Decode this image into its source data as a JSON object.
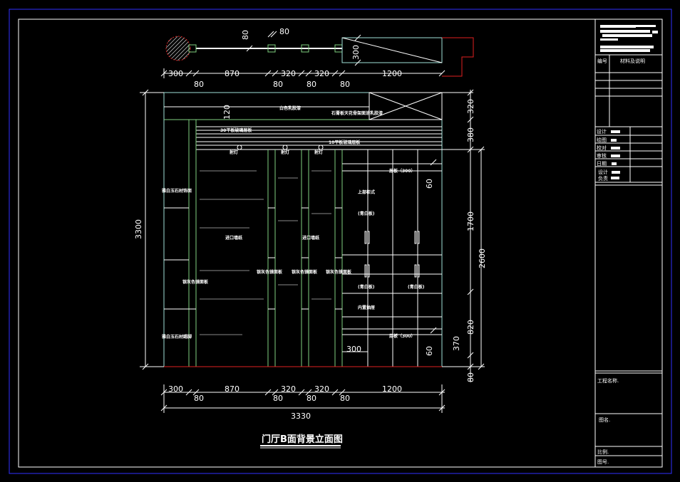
{
  "title": "门厅B面背景立面图",
  "plan_dims": {
    "segments": [
      "300",
      "870",
      "320",
      "320",
      "1200"
    ],
    "gaps": [
      "80",
      "80",
      "80",
      "80"
    ],
    "post_top": [
      "80",
      "80"
    ],
    "cabinet_depth": "300"
  },
  "elevation_dims": {
    "left_total": "3300",
    "right": [
      "320",
      "380",
      "1700",
      "820",
      "370",
      "80"
    ],
    "right_outer": "2600",
    "shelf_offsets": [
      "60",
      "60"
    ],
    "inner_300": "300",
    "ceiling_offset": "120",
    "bottom_segments": [
      "300",
      "870",
      "320",
      "320",
      "1200"
    ],
    "bottom_gaps": [
      "80",
      "80",
      "80",
      "80"
    ],
    "bottom_total": "3330"
  },
  "labels": {
    "ceiling_paint": "白色乳胶漆",
    "ceiling_board": "石膏板天花骨架面涂乳胶漆",
    "glass_shelf_top": "30平板玻璃层板",
    "glass_shelf_2": "10平板玻璃层板",
    "spotlights": [
      "射灯",
      "射灯",
      "射灯"
    ],
    "stone_top": "雅白玉石材饰面",
    "stone_bottom": "雅白玉石材踢脚",
    "imported_wallpaper": [
      "进口墙纸",
      "进口墙纸"
    ],
    "grey_mirror": "银灰色镜面板",
    "grey_panels": [
      "银灰色镜面板",
      "银灰色镜面板",
      "银灰色镜面板"
    ],
    "upper_cabinet": "上部柜式",
    "door_a": "(青白板)",
    "door_b": "(青白板)",
    "door_c": "(青白板)",
    "drawer": "内置抽屉",
    "shelf_top": "层板（300）",
    "shelf_bottom": "层板（300）"
  },
  "title_block": {
    "col_no": "编号",
    "col_material": "材料及说明",
    "rows": [
      "设计",
      "绘图",
      "校对",
      "审核",
      "日期",
      "设计",
      "负责"
    ],
    "project_name": "工程名称.",
    "drawing_name": "图名.",
    "scale": "比例.",
    "drawing_no": "图号."
  }
}
